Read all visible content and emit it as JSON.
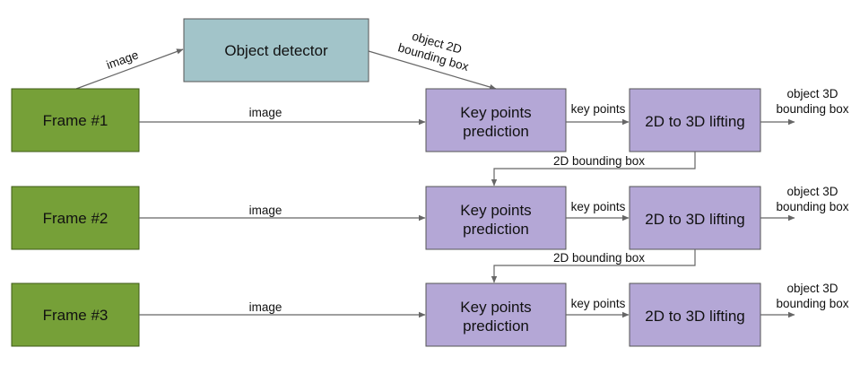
{
  "colors": {
    "frame_fill": "#76a038",
    "frame_stroke": "#3d5a16",
    "detector_fill": "#a2c4c9",
    "detector_stroke": "#555555",
    "process_fill": "#b4a7d6",
    "process_stroke": "#555555",
    "arrow": "#666666"
  },
  "detector": {
    "label": "Object detector"
  },
  "edges": {
    "frame_to_detector": "image",
    "detector_to_keypoints_line1": "object 2D",
    "detector_to_keypoints_line2": "bounding box",
    "feedback": "2D bounding box"
  },
  "rows": [
    {
      "frame": "Frame #1",
      "image_label": "image",
      "keypoints_line1": "Key points",
      "keypoints_line2": "prediction",
      "kp_label": "key points",
      "lifting": "2D to 3D lifting",
      "out_line1": "object 3D",
      "out_line2": "bounding box"
    },
    {
      "frame": "Frame #2",
      "image_label": "image",
      "keypoints_line1": "Key points",
      "keypoints_line2": "prediction",
      "kp_label": "key points",
      "lifting": "2D to 3D lifting",
      "out_line1": "object 3D",
      "out_line2": "bounding box"
    },
    {
      "frame": "Frame #3",
      "image_label": "image",
      "keypoints_line1": "Key points",
      "keypoints_line2": "prediction",
      "kp_label": "key points",
      "lifting": "2D to 3D lifting",
      "out_line1": "object 3D",
      "out_line2": "bounding box"
    }
  ]
}
